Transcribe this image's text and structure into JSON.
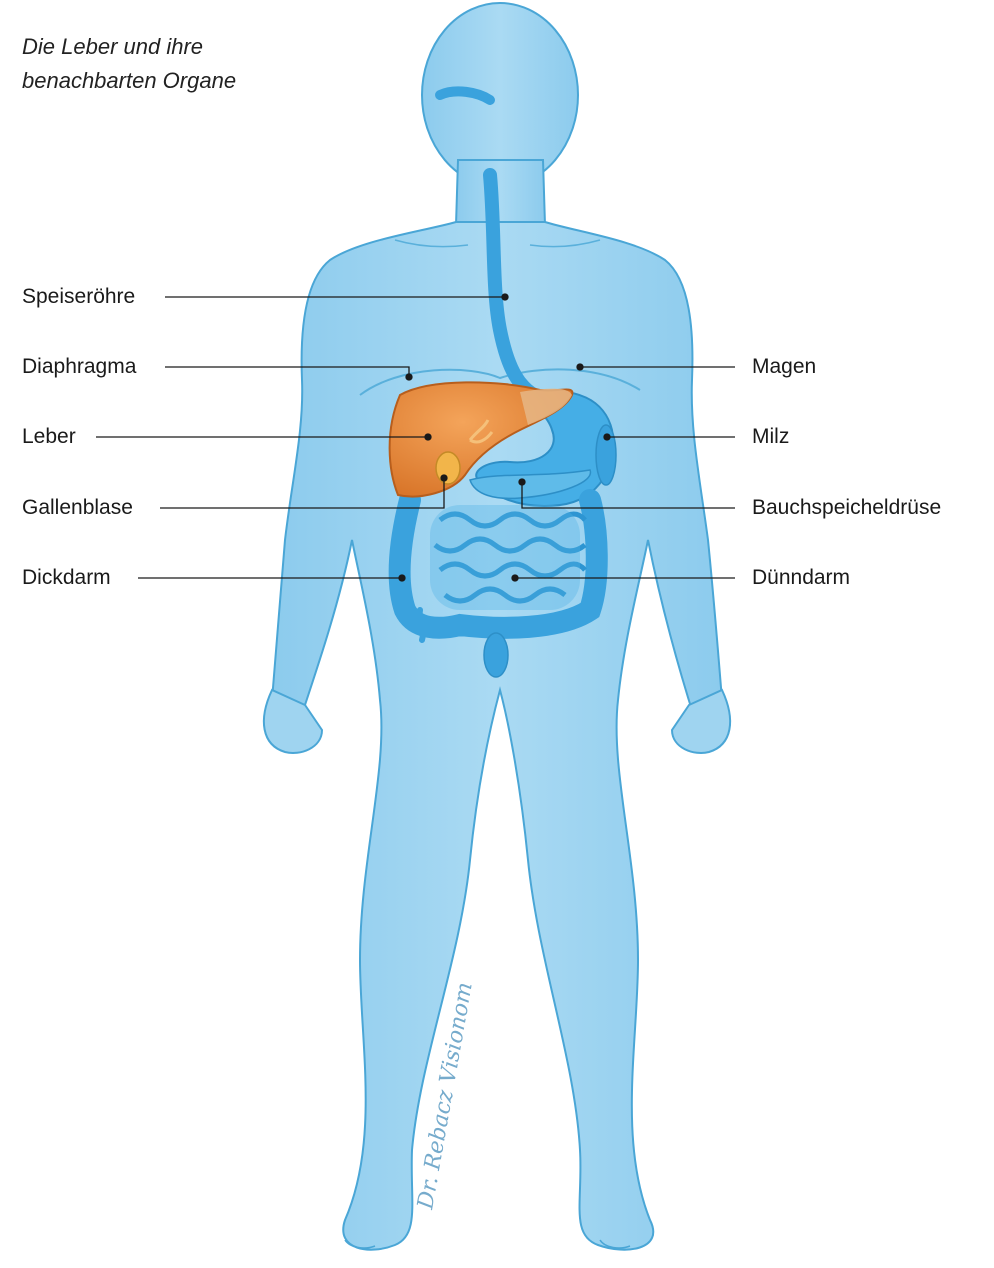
{
  "caption": {
    "line1": "Die Leber und ihre",
    "line2": "benachbarten Organe"
  },
  "labels": {
    "speiseroehre": "Speiseröhre",
    "diaphragma": "Diaphragma",
    "leber": "Leber",
    "gallenblase": "Gallenblase",
    "dickdarm": "Dickdarm",
    "magen": "Magen",
    "milz": "Milz",
    "bauchspeicheldruese": "Bauchspeicheldrüse",
    "duenndarm": "Dünndarm"
  },
  "signature": "Dr. Rebacz Visionom",
  "colors": {
    "body": "#9fd4f0",
    "body_outline": "#4aa6d6",
    "organ_blue": "#45aee6",
    "liver": "#e8893a",
    "liver_outline": "#b85e1c",
    "leader_line": "#1a1a1a"
  }
}
